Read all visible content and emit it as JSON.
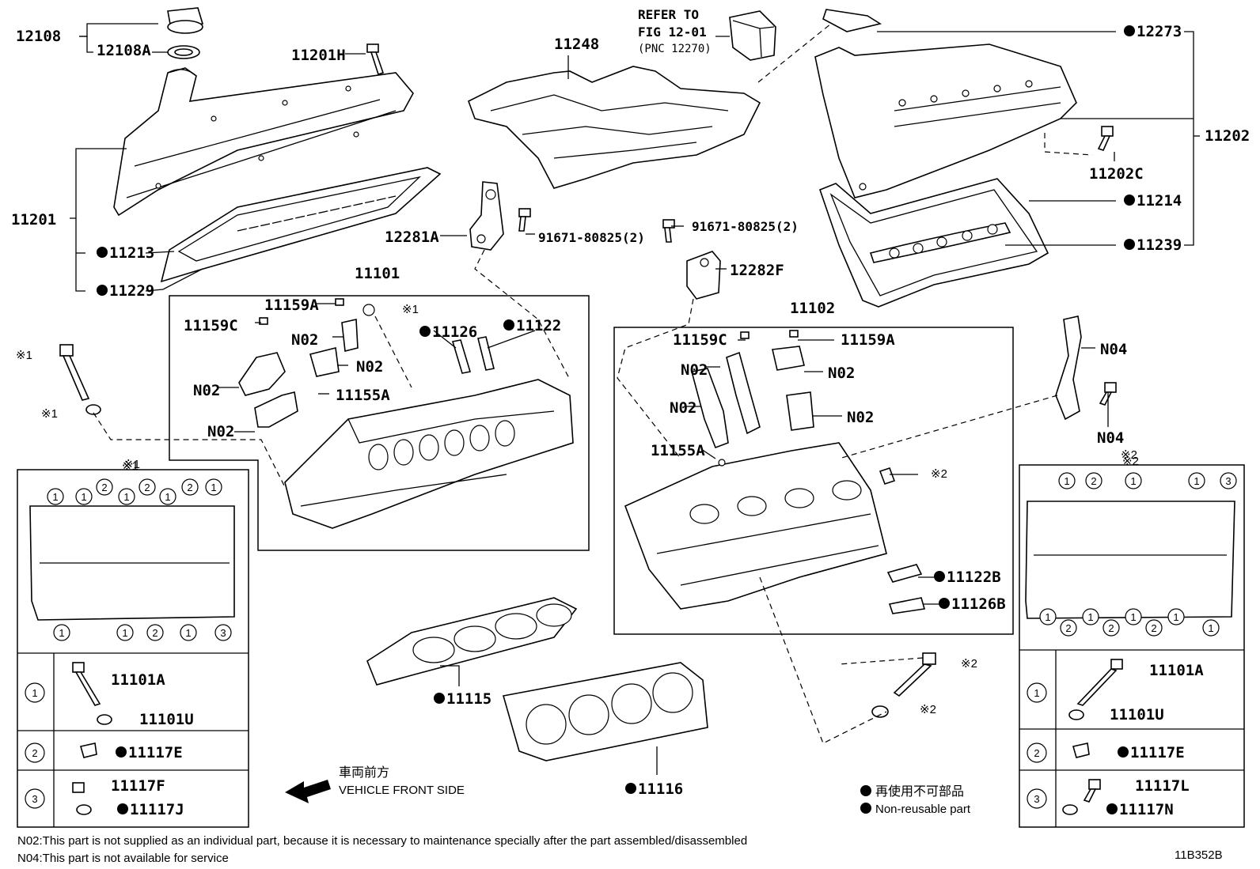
{
  "callouts": [
    {
      "text": "12108",
      "dot": false
    },
    {
      "text": "12108A",
      "dot": false
    },
    {
      "text": "11201H",
      "dot": false
    },
    {
      "text": "11248",
      "dot": false
    },
    {
      "text": "12273",
      "dot": true
    },
    {
      "text": "11202",
      "dot": false
    },
    {
      "text": "11202C",
      "dot": false
    },
    {
      "text": "11214",
      "dot": true
    },
    {
      "text": "11239",
      "dot": true
    },
    {
      "text": "11201",
      "dot": false
    },
    {
      "text": "11213",
      "dot": true
    },
    {
      "text": "11229",
      "dot": true
    },
    {
      "text": "12281A",
      "dot": false
    },
    {
      "text": "91671-80825(2)",
      "dot": false
    },
    {
      "text": "91671-80825(2)",
      "dot": false
    },
    {
      "text": "12282F",
      "dot": false
    },
    {
      "text": "11101",
      "dot": false
    },
    {
      "text": "11159A",
      "dot": false
    },
    {
      "text": "11159C",
      "dot": false
    },
    {
      "text": "N02",
      "dot": false
    },
    {
      "text": "N02",
      "dot": false
    },
    {
      "text": "N02",
      "dot": false
    },
    {
      "text": "N02",
      "dot": false
    },
    {
      "text": "11155A",
      "dot": false
    },
    {
      "text": "11126",
      "dot": true
    },
    {
      "text": "11122",
      "dot": true
    },
    {
      "text": "11102",
      "dot": false
    },
    {
      "text": "11159C",
      "dot": false
    },
    {
      "text": "11159A",
      "dot": false
    },
    {
      "text": "N02",
      "dot": false
    },
    {
      "text": "N02",
      "dot": false
    },
    {
      "text": "N02",
      "dot": false
    },
    {
      "text": "N02",
      "dot": false
    },
    {
      "text": "11155A",
      "dot": false
    },
    {
      "text": "N04",
      "dot": false
    },
    {
      "text": "N04",
      "dot": false
    },
    {
      "text": "11122B",
      "dot": true
    },
    {
      "text": "11126B",
      "dot": true
    },
    {
      "text": "11115",
      "dot": true
    },
    {
      "text": "11116",
      "dot": true
    }
  ],
  "marks": [
    {
      "text": "※1"
    },
    {
      "text": "※1"
    },
    {
      "text": "※1"
    },
    {
      "text": "※1"
    },
    {
      "text": "※2"
    },
    {
      "text": "※2"
    },
    {
      "text": "※2"
    },
    {
      "text": "※2"
    }
  ],
  "refer_note": {
    "line1": "REFER TO",
    "line2": "FIG 12-01",
    "line3": "(PNC 12270)"
  },
  "left_table": {
    "header_mark": "※1",
    "circle_labels": [
      "1",
      "1",
      "2",
      "1",
      "2",
      "1",
      "2",
      "1",
      "1",
      "1",
      "2",
      "1",
      "3"
    ],
    "rows": [
      {
        "num": "1",
        "parts": [
          {
            "text": "11101A",
            "dot": false
          },
          {
            "text": "11101U",
            "dot": false
          }
        ]
      },
      {
        "num": "2",
        "parts": [
          {
            "text": "11117E",
            "dot": true
          }
        ]
      },
      {
        "num": "3",
        "parts": [
          {
            "text": "11117F",
            "dot": false
          },
          {
            "text": "11117J",
            "dot": true
          }
        ]
      }
    ]
  },
  "right_table": {
    "header_mark": "※2",
    "circle_labels": [
      "1",
      "2",
      "1",
      "1",
      "3",
      "1",
      "2",
      "1",
      "2",
      "1",
      "2",
      "1",
      "1"
    ],
    "rows": [
      {
        "num": "1",
        "parts": [
          {
            "text": "11101A",
            "dot": false
          },
          {
            "text": "11101U",
            "dot": false
          }
        ]
      },
      {
        "num": "2",
        "parts": [
          {
            "text": "11117E",
            "dot": true
          }
        ]
      },
      {
        "num": "3",
        "parts": [
          {
            "text": "11117L",
            "dot": false
          },
          {
            "text": "11117N",
            "dot": true
          }
        ]
      }
    ]
  },
  "front": {
    "jp": "車両前方",
    "en": "VEHICLE FRONT SIDE"
  },
  "legend": {
    "jp": "再使用不可部品",
    "en": "Non-reusable part"
  },
  "footnotes": [
    "N02:This part is not supplied as an individual part, because it is necessary to maintenance specially after the part assembled/disassembled",
    "N04:This part is not available for service"
  ],
  "figure_id": "11B352B"
}
